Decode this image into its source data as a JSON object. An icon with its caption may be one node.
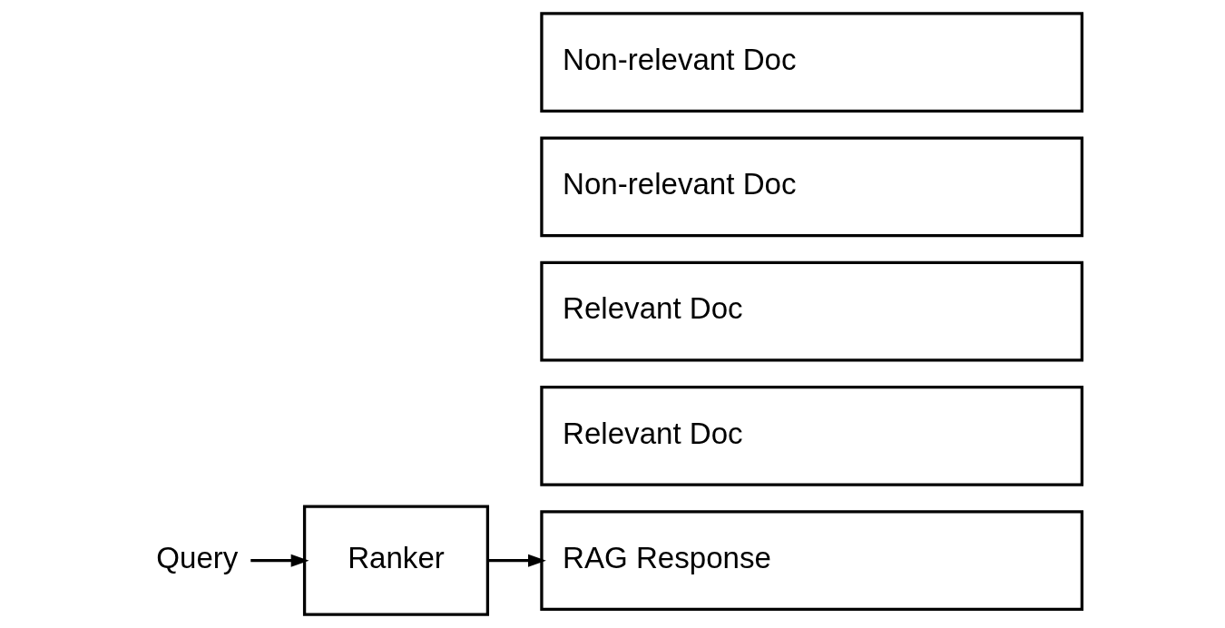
{
  "diagram": {
    "nodes": [
      {
        "text": [
          "Query"
        ]
      },
      {
        "text": [
          "Ranker"
        ]
      },
      {
        "text": [
          "RAG Response"
        ]
      },
      {
        "text": [
          "Relevant Doc"
        ]
      },
      {
        "text": [
          "Relevant Doc"
        ]
      },
      {
        "text": [
          "Non-relevant Doc"
        ]
      },
      {
        "text": [
          "Non-relevant Doc"
        ]
      }
    ],
    "edges": [
      {
        "from": 0,
        "to": 1,
        "arrow": "to"
      },
      {
        "from": 1,
        "to": 2,
        "arrow": "to"
      }
    ]
  }
}
